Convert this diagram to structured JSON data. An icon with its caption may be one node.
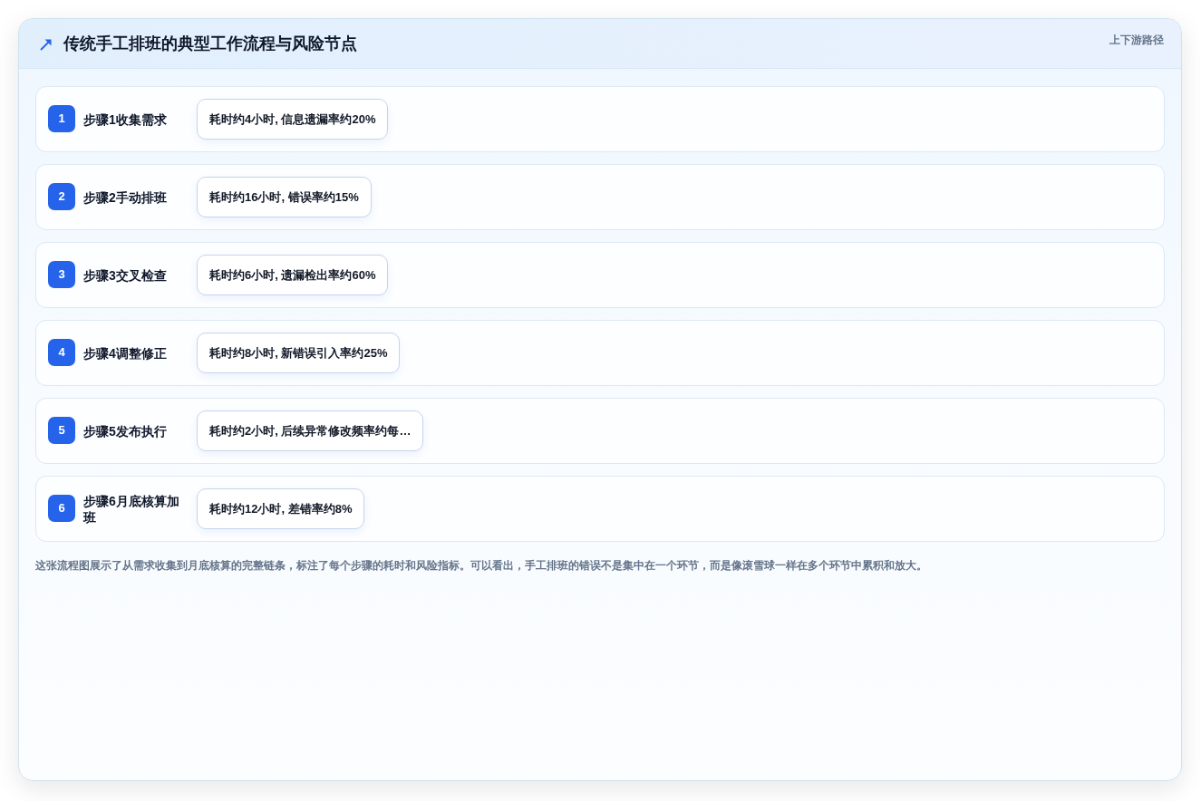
{
  "diagram": {
    "title": "传统手工排班的典型工作流程与风险节点",
    "caption": "这张流程图展示了从需求收集到月底核算的完整链条，标注了每个步骤的耗时和风险指标。可以看出，手工排班的错误不是集中在一个环节，而是像滚雪球一样在多个环节中累积和放大。",
    "nodes": [
      {
        "text": [
          "步骤1收集需求"
        ]
      },
      {
        "text": [
          "1"
        ],
        "in": 0
      },
      {
        "text": [
          "耗时约4小时, 信息遗漏率约20%"
        ],
        "in": 0
      },
      {
        "text": [
          "步骤2手动排班"
        ]
      },
      {
        "text": [
          "2"
        ],
        "in": 3
      },
      {
        "text": [
          "耗时约16小时, 错误率约15%"
        ],
        "in": 3
      },
      {
        "text": [
          "步骤3交叉检查"
        ]
      },
      {
        "text": [
          "3"
        ],
        "in": 6
      },
      {
        "text": [
          "耗时约6小时, 遗漏检出率约60%"
        ],
        "in": 6
      },
      {
        "text": [
          "步骤4调整修正"
        ]
      },
      {
        "text": [
          "4"
        ],
        "in": 9
      },
      {
        "text": [
          "耗时约8小时, 新错误引入率约25%"
        ],
        "in": 9
      },
      {
        "text": [
          "步骤5发布执行"
        ]
      },
      {
        "text": [
          "5"
        ],
        "in": 12
      },
      {
        "text": [
          "耗时约2小时, 后续异常修改频率约每…"
        ],
        "in": 12
      },
      {
        "text": [
          "步骤6月底核算加班"
        ]
      },
      {
        "text": [
          "6"
        ],
        "in": 15
      },
      {
        "text": [
          "耗时约12小时, 差错率约8%"
        ],
        "in": 15
      }
    ],
    "labels": [
      "上下游路径"
    ]
  }
}
